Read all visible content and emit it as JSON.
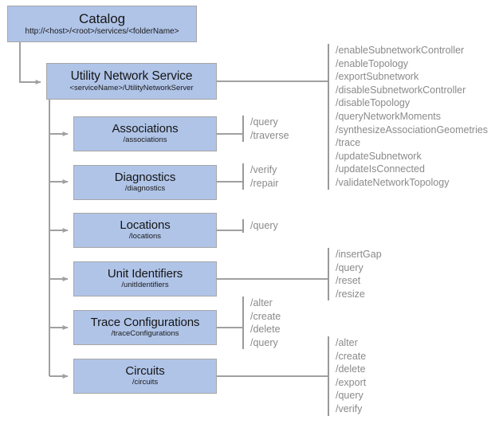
{
  "diagram": {
    "title": "Utility Network Service REST API resource hierarchy",
    "colors": {
      "node_fill": "#b0c4e8",
      "node_border": "#a6a6a6",
      "connector": "#a0a0a0",
      "ops_text": "#8a8a8a",
      "node_text": "#151515",
      "background": "#ffffff"
    }
  },
  "nodes": {
    "catalog": {
      "title": "Catalog",
      "path": "http://<host>/<root>/services/<folderName>"
    },
    "utility_network_service": {
      "title": "Utility Network Service",
      "path": "<serviceName>/UtilityNetworkServer"
    },
    "associations": {
      "title": "Associations",
      "path": "/associations"
    },
    "diagnostics": {
      "title": "Diagnostics",
      "path": "/diagnostics"
    },
    "locations": {
      "title": "Locations",
      "path": "/locations"
    },
    "unit_identifiers": {
      "title": "Unit Identifiers",
      "path": "/unitIdentifiers"
    },
    "trace_configurations": {
      "title": "Trace Configurations",
      "path": "/traceConfigurations"
    },
    "circuits": {
      "title": "Circuits",
      "path": "/circuits"
    }
  },
  "operations": {
    "utility_network_service": [
      "/enableSubnetworkController",
      "/enableTopology",
      "/exportSubnetwork",
      "/disableSubnetworkController",
      "/disableTopology",
      "/queryNetworkMoments",
      "/synthesizeAssociationGeometries",
      "/trace",
      "/updateSubnetwork",
      "/updateIsConnected",
      "/validateNetworkTopology"
    ],
    "associations": [
      "/query",
      "/traverse"
    ],
    "diagnostics": [
      "/verify",
      "/repair"
    ],
    "locations": [
      "/query"
    ],
    "unit_identifiers": [
      "/insertGap",
      "/query",
      "/reset",
      "/resize"
    ],
    "trace_configurations": [
      "/alter",
      "/create",
      "/delete",
      "/query"
    ],
    "circuits": [
      "/alter",
      "/create",
      "/delete",
      "/export",
      "/query",
      "/verify"
    ]
  }
}
